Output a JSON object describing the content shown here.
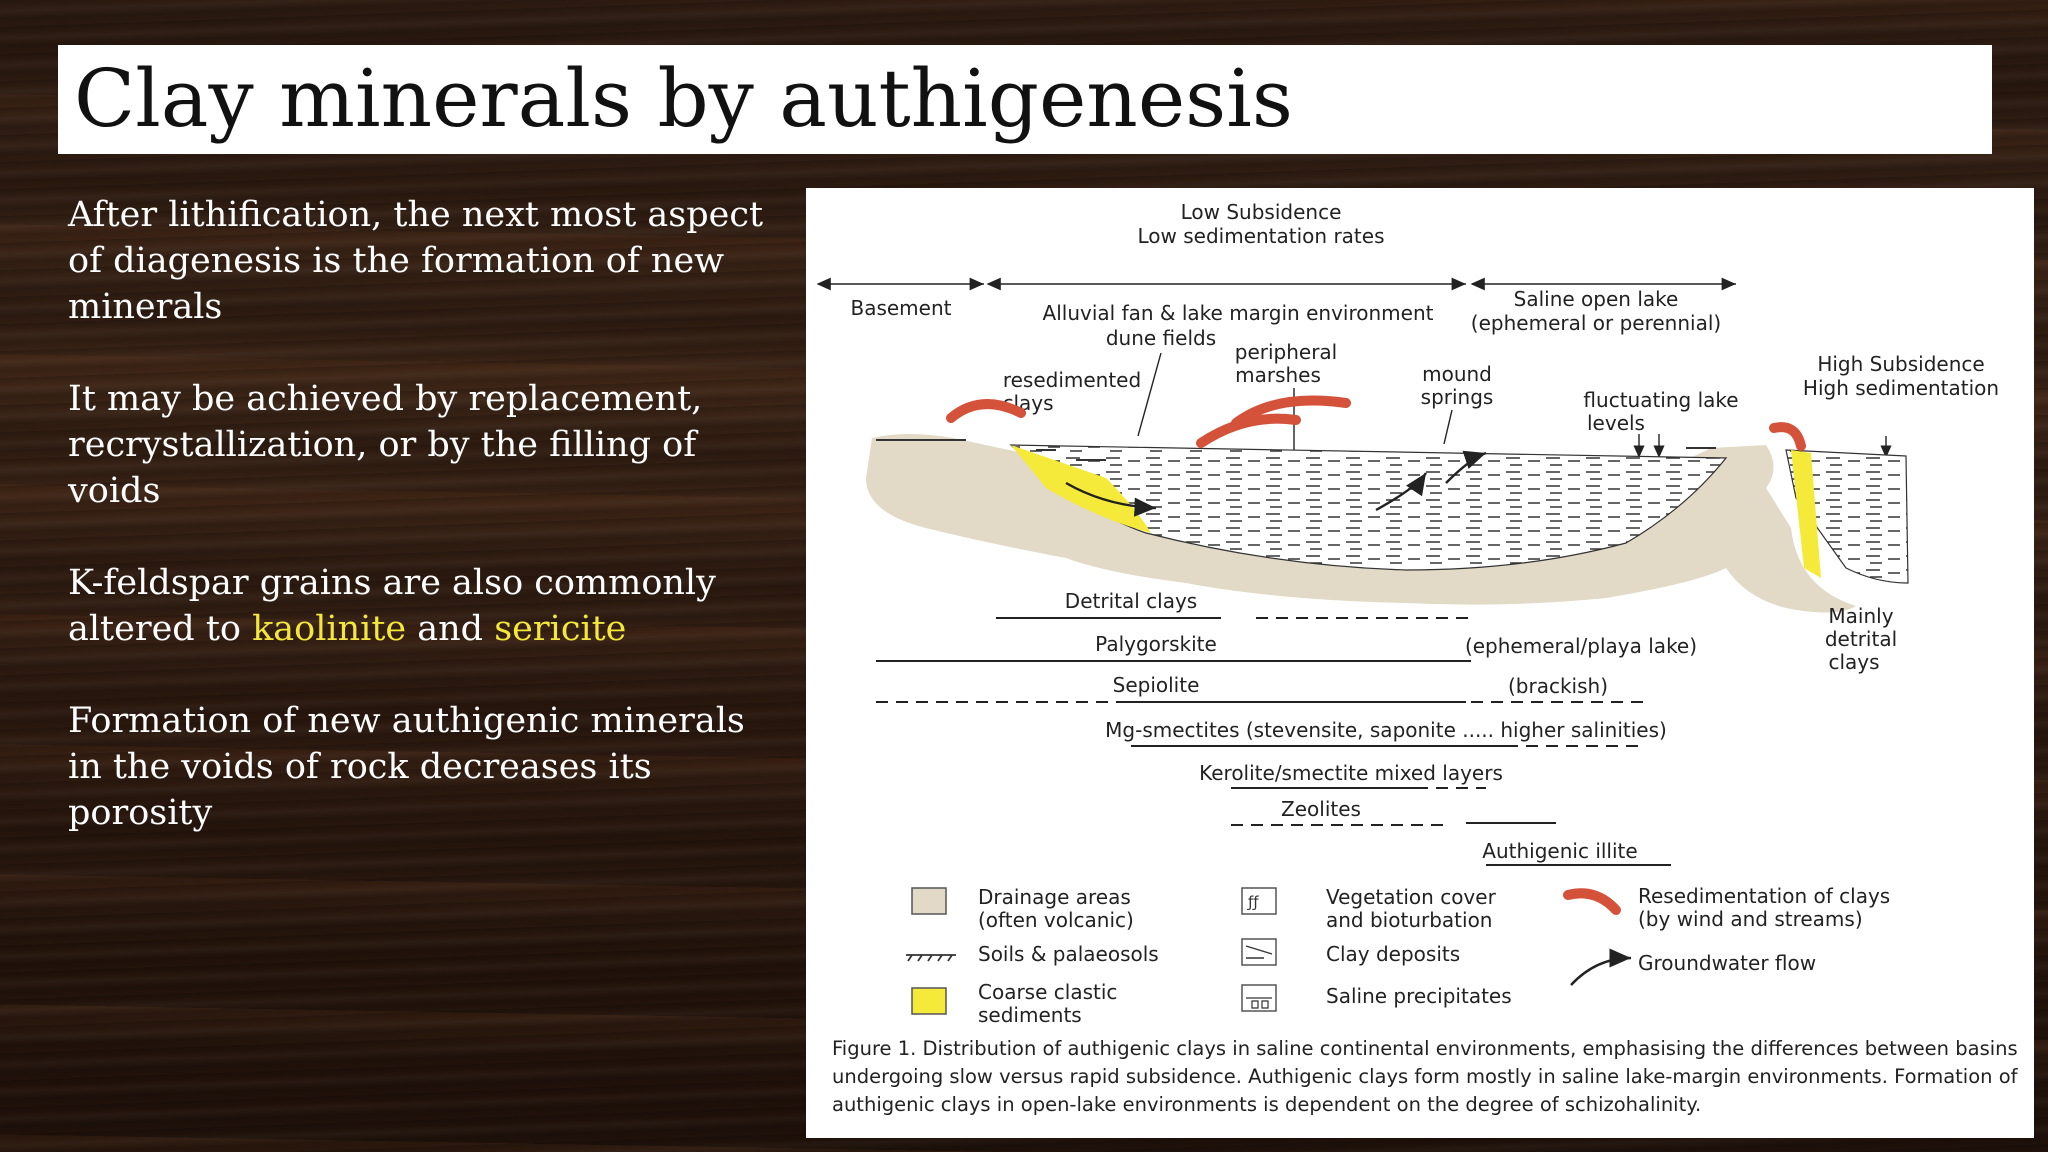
{
  "slide": {
    "title": "Clay minerals by authigenesis",
    "paragraphs": {
      "p1": "After lithification, the next most aspect of diagenesis is the formation of new minerals",
      "p2": "It may be achieved by replacement, recrystallization, or by the filling of voids",
      "p3_before": "K-feldspar grains are also commonly altered to ",
      "p3_kaolinite": "kaolinite",
      "p3_and": " and ",
      "p3_sericite": "sericite",
      "p4": "Formation of new authigenic minerals in the voids of rock decreases its porosity"
    },
    "highlight_color": "#f2e73a"
  },
  "figure": {
    "top_labels": {
      "low_subsidence_1": "Low Subsidence",
      "low_subsidence_2": "Low sedimentation rates",
      "basement": "Basement",
      "alluvial": "Alluvial fan & lake margin environment",
      "saline_1": "Saline open lake",
      "saline_2": "(ephemeral or perennial)",
      "dune_fields": "dune fields",
      "peripheral_1": "peripheral",
      "peripheral_2": "marshes",
      "resedimented_1": "resedimented",
      "resedimented_2": "clays",
      "mound_1": "mound",
      "mound_2": "springs",
      "fluctuating_1": "fluctuating lake",
      "fluctuating_2": "levels",
      "high_subsidence_1": "High Subsidence",
      "high_subsidence_2": "High sedimentation",
      "mainly_1": "Mainly",
      "mainly_2": "detrital",
      "mainly_3": "clays"
    },
    "ranges": {
      "detrital": "Detrital clays",
      "palygorskite": "Palygorskite",
      "playa": "(ephemeral/playa lake)",
      "sepiolite": "Sepiolite",
      "brackish": "(brackish)",
      "mg_smectites": "Mg-smectites (stevensite, saponite .....  higher salinities)",
      "kerolite": "Kerolite/smectite mixed layers",
      "zeolites": "Zeolites",
      "illite": "Authigenic illite"
    },
    "legend": {
      "drainage_1": "Drainage areas",
      "drainage_2": "(often volcanic)",
      "soils": "Soils & palaeosols",
      "coarse_1": "Coarse clastic",
      "coarse_2": "sediments",
      "vegetation_1": "Vegetation cover",
      "vegetation_2": "and bioturbation",
      "clay_deposits": "Clay deposits",
      "saline_precip": "Saline precipitates",
      "resed_1": "Resedimentation of clays",
      "resed_2": "(by wind and streams)",
      "groundwater": "Groundwater flow"
    },
    "caption": "Figure 1. Distribution of authigenic clays in saline continental environments, emphasising the differences between basins undergoing slow versus rapid subsidence. Authigenic clays form mostly in saline lake-margin environments. Formation of authigenic clays in open-lake environments is dependent on the degree of schizohalinity.",
    "colors": {
      "drainage": "#e2d9c6",
      "coarse": "#f5ea3a",
      "resed_arrow": "#d4513a"
    }
  }
}
